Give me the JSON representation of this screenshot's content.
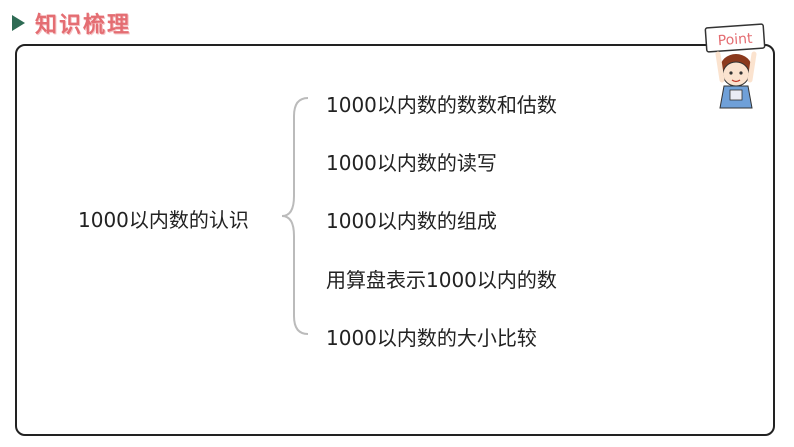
{
  "header": {
    "title": "知识梳理"
  },
  "mascot": {
    "sign_text": "Point"
  },
  "topic": "1000以内数的认识",
  "items": [
    "1000以内数的数数和估数",
    "1000以内数的读写",
    "1000以内数的组成",
    "用算盘表示1000以内的数",
    "1000以内数的大小比较"
  ],
  "colors": {
    "title": "#e46d72",
    "accent": "#2e6b54",
    "text": "#222222",
    "brace": "#bbbbbb"
  }
}
